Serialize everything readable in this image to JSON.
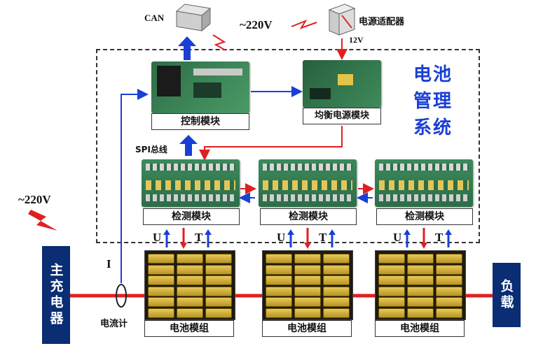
{
  "top": {
    "can_label": "CAN",
    "voltage_top": "~220V",
    "adapter_label": "电源适配器",
    "adapter_voltage": "12V"
  },
  "system": {
    "title_lines": [
      "电池",
      "管理",
      "系统"
    ]
  },
  "modules": {
    "control": "控制模块",
    "balance": "均衡电源模块",
    "spi": "SPI总线",
    "detect": [
      "检测模块",
      "检测模块",
      "检测模块"
    ]
  },
  "signals": {
    "u": "U",
    "t": "T",
    "current": "I",
    "meter": "电流计"
  },
  "left": {
    "voltage": "~220V",
    "charger": "主充电器"
  },
  "right": {
    "load": "负载"
  },
  "battery_packs": [
    "电池模组",
    "电池模组",
    "电池模组"
  ],
  "colors": {
    "blue_arrow": "#1a3fd6",
    "red_line": "#e02020",
    "navy_box": "#0a2d73",
    "board_green": "#2f7a4d",
    "cell_gold": "#d8b53a"
  }
}
